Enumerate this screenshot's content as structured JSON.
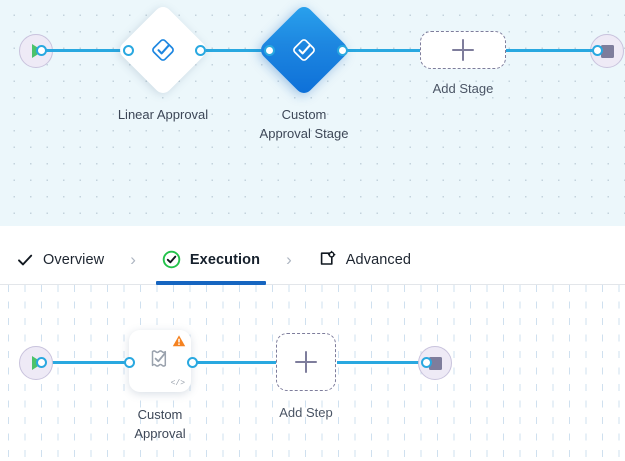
{
  "stage_canvas": {
    "name": "stage-designer-canvas",
    "background_color": "#ecf7fb",
    "start_node": {
      "icon": "play-icon",
      "title": "Start"
    },
    "end_node": {
      "icon": "stop-icon",
      "title": "End"
    },
    "nodes": [
      {
        "id": "linear-approval",
        "label": "Linear Approval",
        "icon": "approval-diamond-check-icon",
        "selected": false,
        "fill": "#ffffff"
      },
      {
        "id": "custom-approval-stage",
        "label": "Custom\nApproval Stage",
        "icon": "approval-diamond-check-icon",
        "selected": true,
        "fill": "#1d86e0"
      }
    ],
    "add_button": {
      "label": "Add Stage",
      "icon": "plus-icon"
    }
  },
  "tabs": {
    "items": [
      {
        "id": "overview",
        "label": "Overview",
        "icon": "check-icon",
        "active": false
      },
      {
        "id": "execution",
        "label": "Execution",
        "icon": "check-circle-icon",
        "active": true
      },
      {
        "id": "advanced",
        "label": "Advanced",
        "icon": "settings-box-icon",
        "active": false
      }
    ],
    "separator": "›",
    "active_underline_color": "#1665c0",
    "active_check_color": "#22c24a"
  },
  "step_canvas": {
    "name": "step-designer-canvas",
    "background_color": "#ffffff",
    "start_node": {
      "icon": "play-icon",
      "title": "Start"
    },
    "end_node": {
      "icon": "stop-icon",
      "title": "End"
    },
    "nodes": [
      {
        "id": "custom-approval",
        "label": "Custom\nApproval",
        "icon": "document-check-icon",
        "badge": "warning-triangle-icon",
        "badge_color": "#f58220",
        "code_marker": "</>"
      }
    ],
    "add_button": {
      "label": "Add Step",
      "icon": "plus-icon"
    }
  },
  "colors": {
    "wire": "#29a8e0",
    "port_ring": "#29a8e0",
    "endpoint_fill": "#eeeaf6",
    "endpoint_border": "#c9c3dd",
    "play_green": "#4cc26a",
    "stop_grey": "#7e7d9c",
    "dashed_border": "#7e7d9c",
    "label_text": "#3d4757"
  }
}
